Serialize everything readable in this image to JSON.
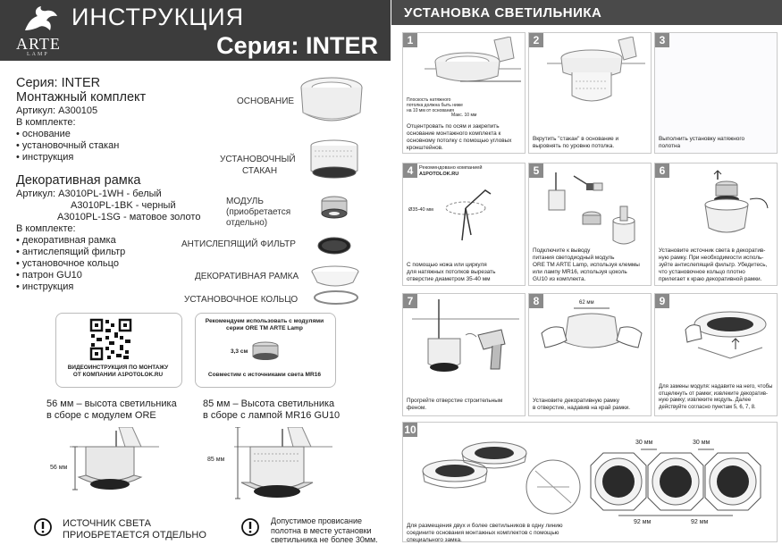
{
  "left": {
    "logo": {
      "name": "ARTE",
      "sub": "LAMP"
    },
    "title": "ИНСТРУКЦИЯ",
    "series": "Серия: INTER",
    "kit": {
      "series_line": "Серия: INTER",
      "heading": "Монтажный комплект",
      "article": "Артикул: A300105",
      "includes": "В комплекте:",
      "items": [
        "• основание",
        "• установочный стакан",
        "• инструкция"
      ]
    },
    "frame": {
      "heading": "Декоративная рамка",
      "article1": "Артикул: A3010PL-1WH - белый",
      "article2": "A3010PL-1BK - черный",
      "article3": "A3010PL-1SG - матовое золото",
      "includes": "В комплекте:",
      "items": [
        "• декоративная рамка",
        "• антислепящий фильтр",
        "• установочное кольцо",
        "• патрон GU10",
        "• инструкция"
      ]
    },
    "parts": {
      "base": "ОСНОВАНИЕ",
      "glass1": "УСТАНОВОЧНЫЙ",
      "glass2": "СТАКАН",
      "module1": "МОДУЛЬ",
      "module2": "(приобретается",
      "module3": "отдельно)",
      "filter": "АНТИСЛЕПЯЩИЙ ФИЛЬТР",
      "frame": "ДЕКОРАТИВНАЯ РАМКА",
      "ring": "УСТАНОВОЧНОЕ КОЛЬЦО"
    },
    "qr": {
      "line1": "ВИДЕОИНСТРУКЦИЯ ПО МОНТАЖУ",
      "line2": "ОТ КОМПАНИИ A1POTOLOK.RU"
    },
    "recommend": {
      "line1": "Рекомендуем использовать с модулями",
      "line2": "серии ORE TM ARTE Lamp",
      "dim": "3,3 см",
      "line3": "Совместим с источниками света MR16"
    },
    "height_ore": {
      "value": "56 мм",
      "rest": " – высота светильника",
      "line2": "в сборе с модулем ORE",
      "dim": "56 мм"
    },
    "height_mr16": {
      "line1": "85 мм – Высота светильника",
      "line2": "в сборе с лампой MR16 GU10",
      "dim": "85 мм"
    },
    "warning1": {
      "line1": "ИСТОЧНИК СВЕТА",
      "line2": "ПРИОБРЕТАЕТСЯ ОТДЕЛЬНО"
    },
    "warning2": {
      "line1": "Допустимое провисание",
      "line2": "полотна в месте установки",
      "line3": "светильника не более 30мм."
    }
  },
  "right": {
    "title": "УСТАНОВКА СВЕТИЛЬНИКА",
    "steps": [
      {
        "num": "1",
        "note1": "Плоскость натяжного",
        "note2": "потолка должна быть ниже",
        "note3": "на 10 мм от основания",
        "dim": "Макс. 10 мм",
        "cap": [
          "Отцентровать по осям и закрепить",
          "основание монтажного комплекта к",
          "основному потолку с помощью угловых",
          "кронштейнов."
        ]
      },
      {
        "num": "2",
        "cap": [
          "Вкрутить \"стакан\" в основание и",
          "выровнять по уровню потолка."
        ]
      },
      {
        "num": "3",
        "cap": [
          "Выполнить установку натяжного",
          "полотна"
        ]
      },
      {
        "num": "4",
        "rec1": "Рекомендовано компанией",
        "rec2": "A1POTOLOK.RU",
        "dim": "Ø35-40  мм",
        "cap": [
          "С помощью ножа или циркуля",
          "для натяжных потолков вырезать",
          "отверстие диаметром 35-40 мм"
        ]
      },
      {
        "num": "5",
        "cap": [
          "Подключите к выводу",
          "питания светодиодный модуль",
          "ORE TM ARTE Lamp, используя клеммы",
          "или лампу MR16, используя цоколь",
          "GU10 из комплекта."
        ]
      },
      {
        "num": "6",
        "cap": [
          "Установите источник света в декоратив-",
          "ную рамку. При необходимости исполь-",
          "зуйте антислепящий фильтр. Убедитесь,",
          "что установочное кольцо плотно",
          "прилегает к краю декоративной рамки."
        ]
      },
      {
        "num": "7",
        "cap": [
          "Прогрейте отверстие строительным",
          "феном."
        ]
      },
      {
        "num": "8",
        "dim": "62 мм",
        "cap": [
          "Установите декоративную рамку",
          "в отверстие, надавив на край рамки."
        ]
      },
      {
        "num": "9",
        "cap": [
          "Для замены модуля: надавите на него, чтобы",
          "отщелкнуть от рамки; извлеките декоратив-",
          "ную рамку; извлеките модуль. Далее",
          "действуйте согласно пунктам 5, 6, 7, 8."
        ]
      },
      {
        "num": "10",
        "cap": [
          "Для размещения двух и более светильников в одну линию",
          "соедините основания монтажных комплектов с помощью",
          "специального замка."
        ],
        "dim_top1": "30 мм",
        "dim_top2": "30 мм",
        "dim_bot1": "92 мм",
        "dim_bot2": "92 мм"
      }
    ]
  },
  "colors": {
    "header": "#3c3c3c",
    "right_header": "#4a4a4a",
    "step_num": "#8a8a8a"
  }
}
